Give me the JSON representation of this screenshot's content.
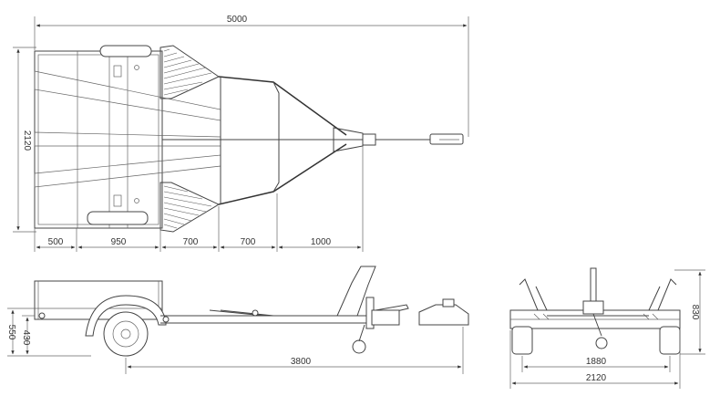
{
  "top_view": {
    "dims": {
      "overall_length": "5000",
      "overall_width": "2120",
      "seg1": "500",
      "seg2": "950",
      "seg3": "700",
      "seg4": "700",
      "seg5": "1000"
    }
  },
  "side_view": {
    "dims": {
      "height_550": "550",
      "height_430": "430",
      "length_3800": "3800"
    }
  },
  "rear_view": {
    "dims": {
      "height_830": "830",
      "track_1880": "1880",
      "width_2120": "2120"
    }
  }
}
